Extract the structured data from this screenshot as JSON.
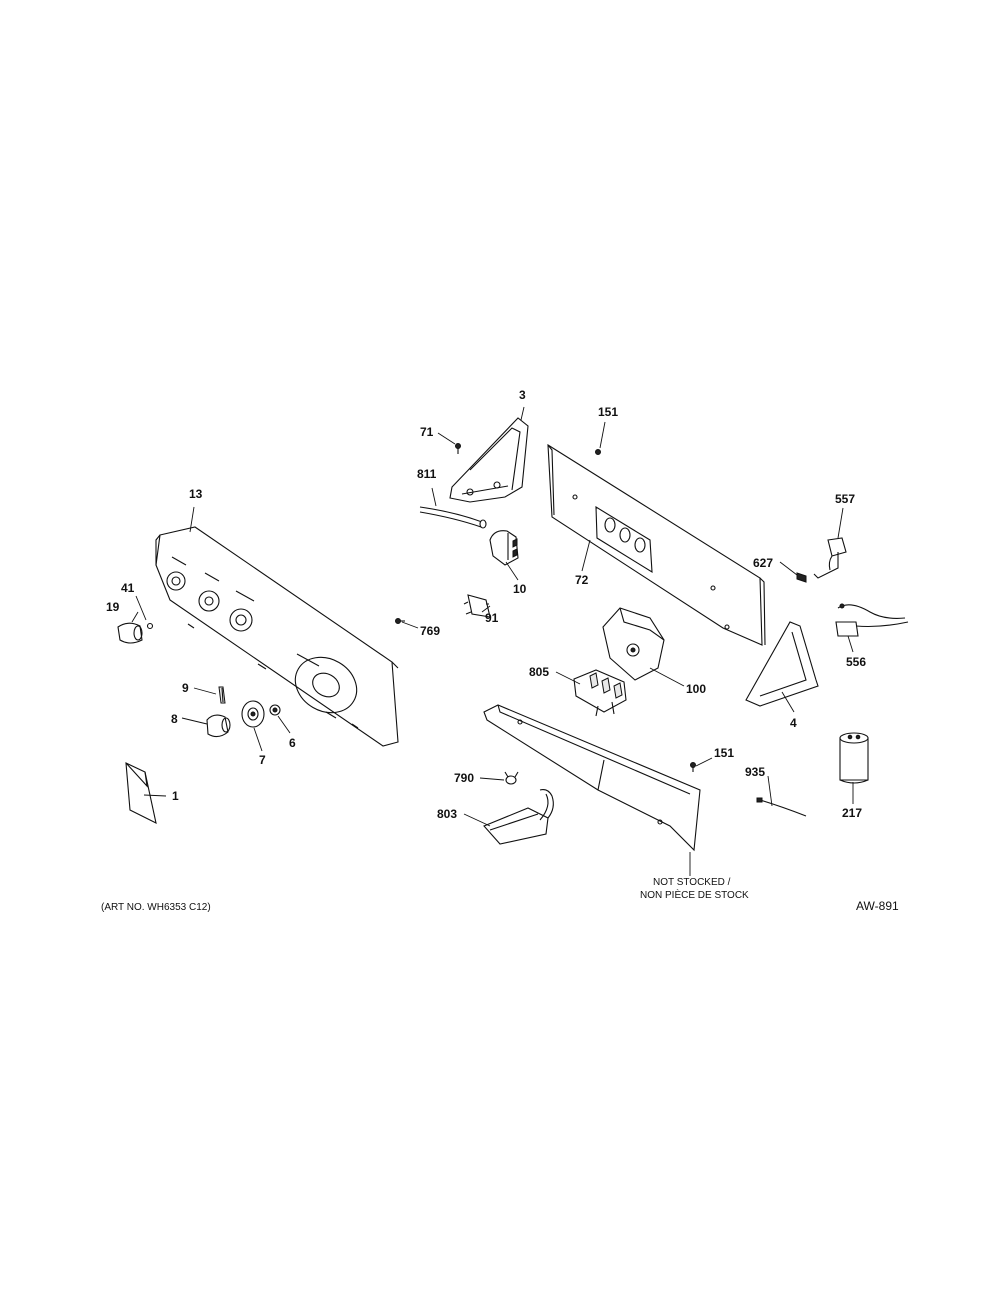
{
  "callouts": {
    "c1": "1",
    "c3": "3",
    "c4": "4",
    "c6": "6",
    "c7": "7",
    "c8": "8",
    "c9": "9",
    "c10": "10",
    "c13": "13",
    "c19": "19",
    "c41": "41",
    "c71": "71",
    "c72": "72",
    "c91": "91",
    "c100": "100",
    "c151a": "151",
    "c151b": "151",
    "c217": "217",
    "c556": "556",
    "c557": "557",
    "c627": "627",
    "c769": "769",
    "c790": "790",
    "c803": "803",
    "c805": "805",
    "c811": "811",
    "c935": "935"
  },
  "notes": {
    "not_stocked_line1": "NOT STOCKED /",
    "not_stocked_line2": "NON PIÈCE DE STOCK"
  },
  "footer": {
    "art_number": "(ART NO. WH6353 C12)",
    "diagram_code": "AW-891"
  }
}
